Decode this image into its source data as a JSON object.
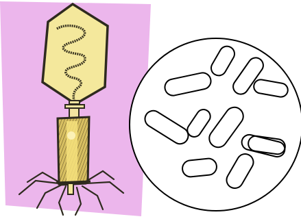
{
  "figure": {
    "panels": [
      {
        "key": "phage",
        "depicts": "bacteriophage-illustration",
        "colors": {
          "card_background": "#ecb6ec",
          "head_fill": "#f4e89c",
          "tail_fill": "#d8c062",
          "collar_fill": "#f2e4a0",
          "outline": "#2e2a1e",
          "dna_strand": "#3a3520"
        }
      },
      {
        "key": "bacteria",
        "depicts": "rod-shaped-bacteria-in-circle",
        "cell_count": 11,
        "colors": {
          "background": "#ffffff",
          "outline": "#000000"
        }
      }
    ]
  }
}
